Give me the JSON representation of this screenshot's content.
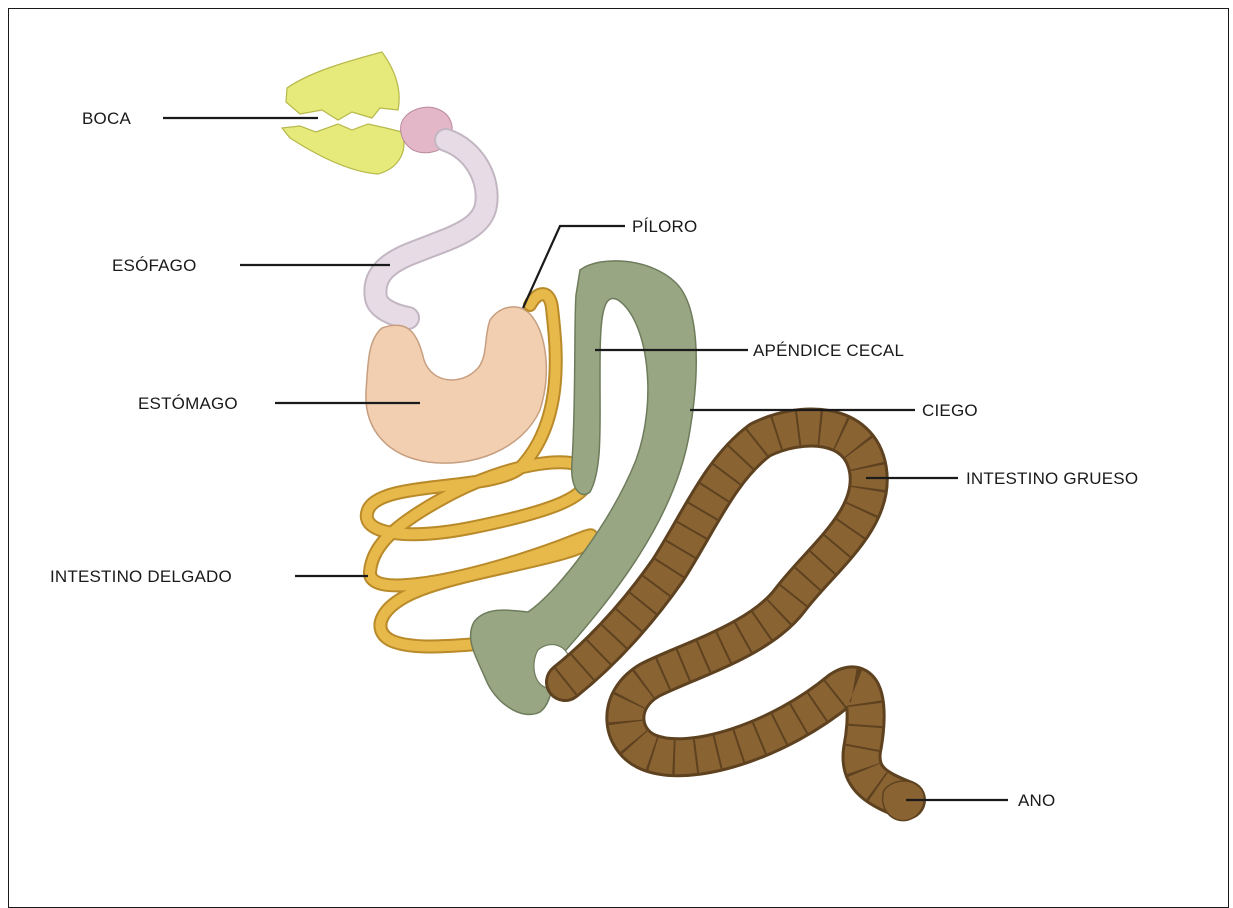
{
  "labels": {
    "boca": "BOCA",
    "esofago": "ESÓFAGO",
    "estomago": "ESTÓMAGO",
    "intestino_delgado": "INTESTINO DELGADO",
    "piloro": "PÍLORO",
    "apendice_cecal": "APÉNDICE CECAL",
    "ciego": "CIEGO",
    "intestino_grueso": "INTESTINO GRUESO",
    "ano": "ANO"
  },
  "colors": {
    "beak": "#e6ea7a",
    "esophagus": "#e7dce6",
    "crop_tissue": "#e3b6c8",
    "stomach": "#f1cfb0",
    "small_intestine": "#e7b84a",
    "cecum": "#98a684",
    "large_intestine": "#8a6333"
  }
}
